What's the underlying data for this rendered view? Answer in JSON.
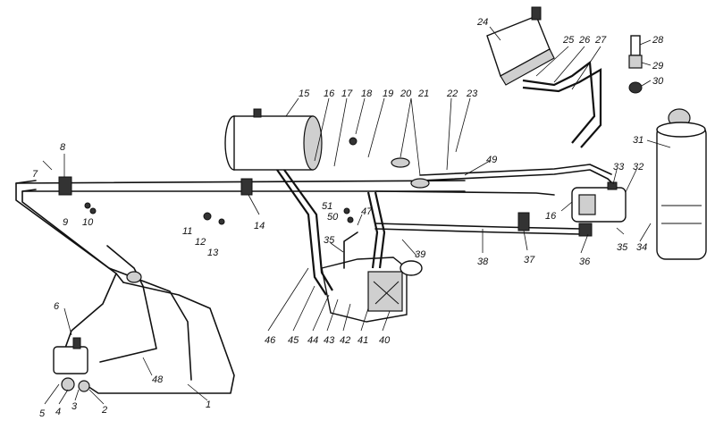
{
  "diagram": {
    "labels": [
      {
        "id": "1",
        "text": "1"
      },
      {
        "id": "2",
        "text": "2"
      },
      {
        "id": "3",
        "text": "3"
      },
      {
        "id": "4",
        "text": "4"
      },
      {
        "id": "5",
        "text": "5"
      },
      {
        "id": "6",
        "text": "6"
      },
      {
        "id": "7",
        "text": "7"
      },
      {
        "id": "8",
        "text": "8"
      },
      {
        "id": "9",
        "text": "9"
      },
      {
        "id": "10",
        "text": "10"
      },
      {
        "id": "11",
        "text": "11"
      },
      {
        "id": "12",
        "text": "12"
      },
      {
        "id": "13",
        "text": "13"
      },
      {
        "id": "14",
        "text": "14"
      },
      {
        "id": "15",
        "text": "15"
      },
      {
        "id": "16",
        "text": "16"
      },
      {
        "id": "16b",
        "text": "16"
      },
      {
        "id": "17",
        "text": "17"
      },
      {
        "id": "18",
        "text": "18"
      },
      {
        "id": "19",
        "text": "19"
      },
      {
        "id": "20",
        "text": "20"
      },
      {
        "id": "21",
        "text": "21"
      },
      {
        "id": "22",
        "text": "22"
      },
      {
        "id": "23",
        "text": "23"
      },
      {
        "id": "24",
        "text": "24"
      },
      {
        "id": "25",
        "text": "25"
      },
      {
        "id": "26",
        "text": "26"
      },
      {
        "id": "27",
        "text": "27"
      },
      {
        "id": "28",
        "text": "28"
      },
      {
        "id": "29",
        "text": "29"
      },
      {
        "id": "30",
        "text": "30"
      },
      {
        "id": "31",
        "text": "31"
      },
      {
        "id": "32",
        "text": "32"
      },
      {
        "id": "33",
        "text": "33"
      },
      {
        "id": "34",
        "text": "34"
      },
      {
        "id": "35",
        "text": "35"
      },
      {
        "id": "35b",
        "text": "35"
      },
      {
        "id": "36",
        "text": "36"
      },
      {
        "id": "37",
        "text": "37"
      },
      {
        "id": "38",
        "text": "38"
      },
      {
        "id": "39",
        "text": "39"
      },
      {
        "id": "40",
        "text": "40"
      },
      {
        "id": "41",
        "text": "41"
      },
      {
        "id": "42",
        "text": "42"
      },
      {
        "id": "43",
        "text": "43"
      },
      {
        "id": "44",
        "text": "44"
      },
      {
        "id": "45",
        "text": "45"
      },
      {
        "id": "46",
        "text": "46"
      },
      {
        "id": "47",
        "text": "47"
      },
      {
        "id": "48",
        "text": "48"
      },
      {
        "id": "49",
        "text": "49"
      },
      {
        "id": "50",
        "text": "50"
      },
      {
        "id": "51",
        "text": "51"
      }
    ]
  }
}
